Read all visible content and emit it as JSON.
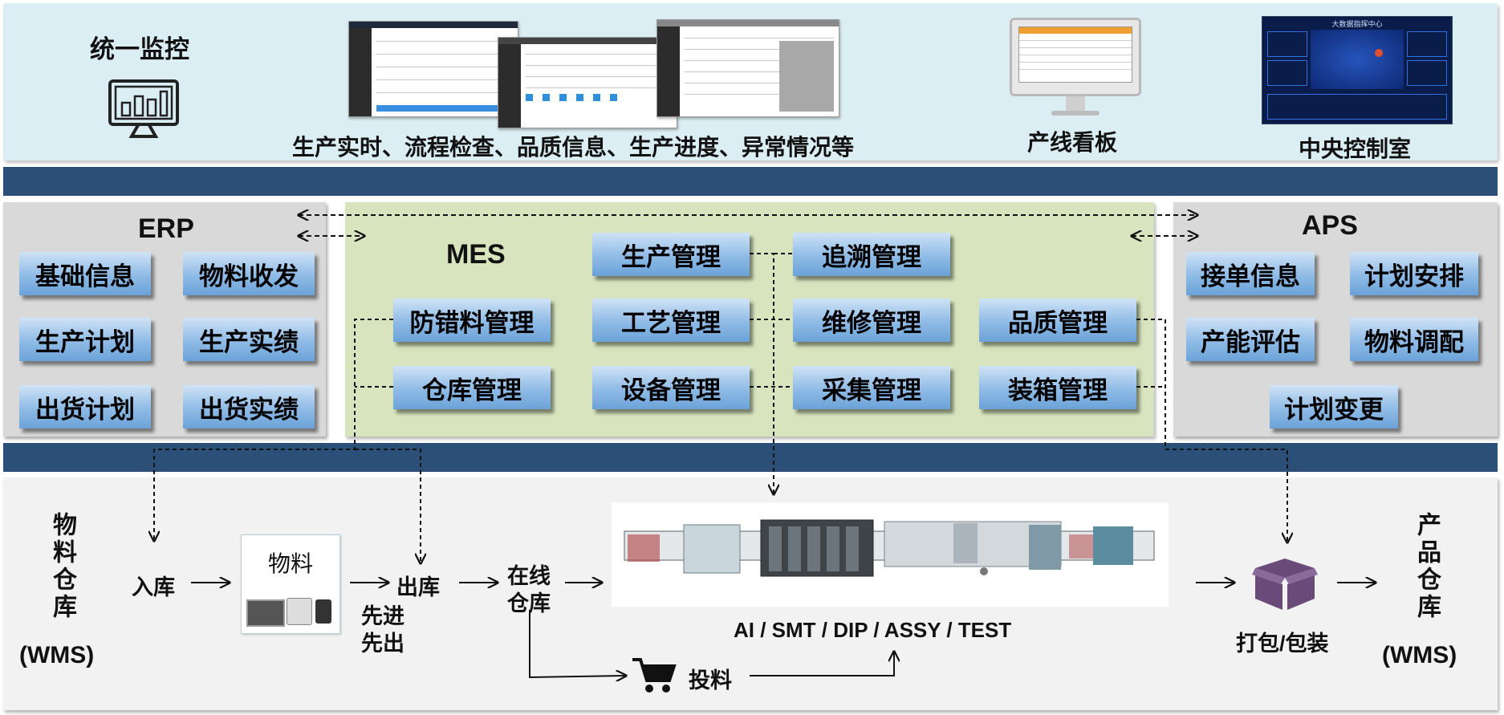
{
  "monitor": {
    "title": "统一监控",
    "caption": "生产实时、流程检查、品质信息、生产进度、异常情况等",
    "board_label": "产线看板",
    "control_room_label": "中央控制室",
    "dashboard_heading": "大数据指挥中心"
  },
  "erp": {
    "title": "ERP",
    "modules": [
      "基础信息",
      "物料收发",
      "生产计划",
      "生产实绩",
      "出货计划",
      "出货实绩"
    ]
  },
  "mes": {
    "title": "MES",
    "modules": [
      "生产管理",
      "追溯管理",
      "防错料管理",
      "工艺管理",
      "维修管理",
      "品质管理",
      "仓库管理",
      "设备管理",
      "采集管理",
      "装箱管理"
    ]
  },
  "aps": {
    "title": "APS",
    "modules": [
      "接单信息",
      "计划安排",
      "产能评估",
      "物料调配",
      "计划变更"
    ]
  },
  "flow": {
    "material_warehouse": "物料仓库",
    "material_warehouse_wms": "(WMS)",
    "inbound": "入库",
    "material": "物料",
    "outbound": "出库",
    "fifo": [
      "先进",
      "先出"
    ],
    "online_warehouse": [
      "在线",
      "仓库"
    ],
    "line_caption": "AI / SMT / DIP / ASSY / TEST",
    "feeding": "投料",
    "packing": "打包/包装",
    "product_warehouse": "产品仓库",
    "product_warehouse_wms": "(WMS)"
  },
  "colors": {
    "top_band": "#dbeef4",
    "divider": "#2b4f77",
    "mes_panel": "#d7e4bd",
    "side_panel": "#d9d9d9",
    "module_blue": "#8fbbe6",
    "package_icon": "#6a4a78"
  },
  "icons": [
    "monitor-chart-icon",
    "cart-icon",
    "package-box-icon"
  ]
}
